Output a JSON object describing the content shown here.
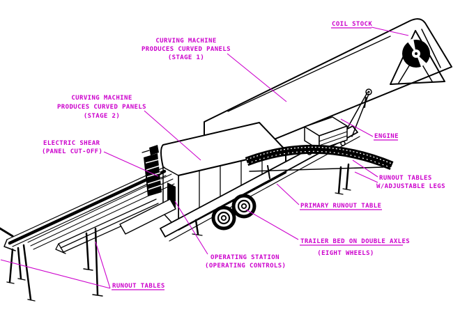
{
  "colors": {
    "background": "#FFFFFF",
    "line": "#000000",
    "label": "#CC00CC"
  },
  "diagram": {
    "description": "Isometric CAD drawing of a trailer-mounted panel curving machine",
    "labels": {
      "coil_stock": "COIL STOCK",
      "stage1_line1": "CURVING MACHINE",
      "stage1_line2": "PRODUCES CURVED PANELS",
      "stage1_line3": "(STAGE 1)",
      "stage2_line1": "CURVING MACHINE",
      "stage2_line2": "PRODUCES CURVED PANELS",
      "stage2_line3": "(STAGE 2)",
      "electric_shear_line1": "ELECTRIC SHEAR",
      "electric_shear_line2": "(PANEL CUT-OFF)",
      "engine": "ENGINE",
      "runout_adjustable_line1": "RUNOUT TABLES",
      "runout_adjustable_line2": "W/ADJUSTABLE LEGS",
      "primary_runout_table": "PRIMARY RUNOUT TABLE",
      "trailer_line1": "TRAILER BED ON DOUBLE AXLES",
      "trailer_line2": "(EIGHT WHEELS)",
      "operating_line1": "OPERATING STATION",
      "operating_line2": "(OPERATING CONTROLS)",
      "runout_tables": "RUNOUT TABLES"
    }
  }
}
